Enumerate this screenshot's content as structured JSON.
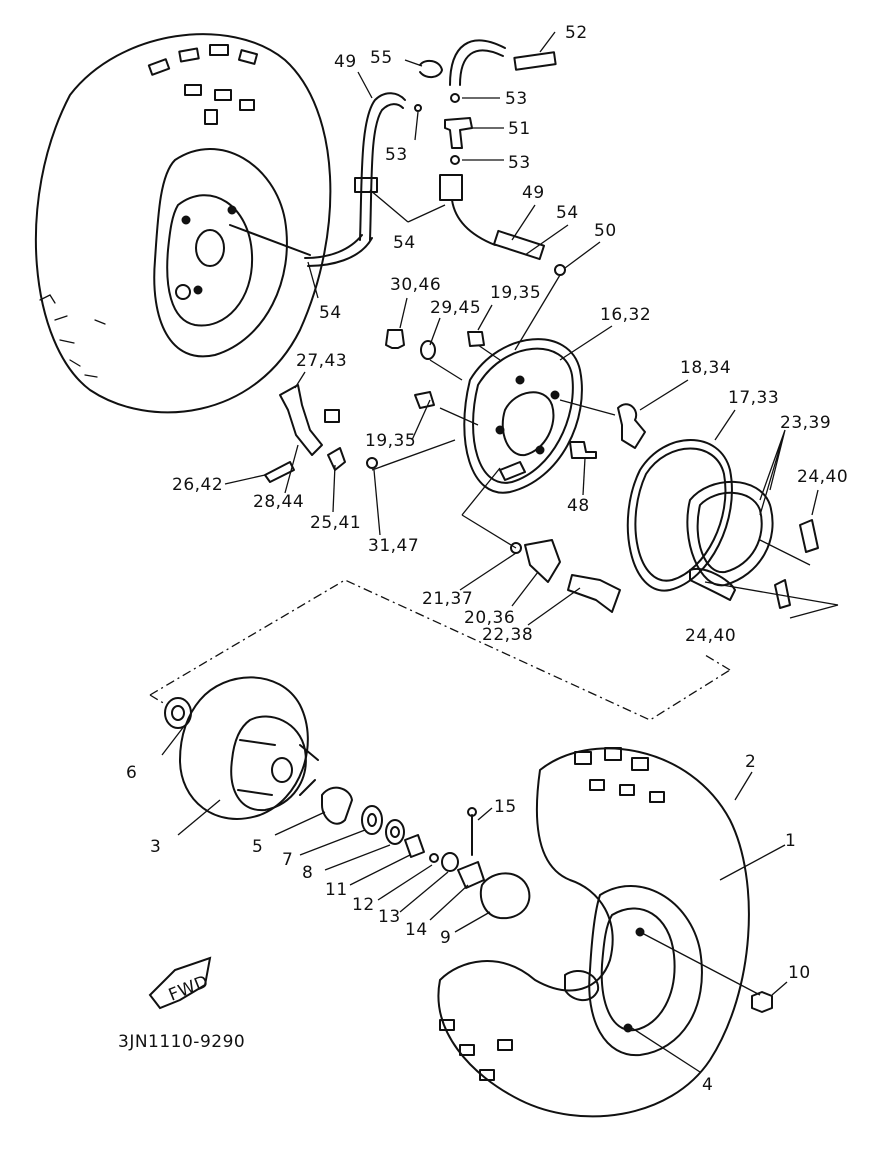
{
  "diagram_code": "3JN1110-9290",
  "fwd_label": "FWD",
  "callouts": {
    "c1": "1",
    "c2": "2",
    "c3": "3",
    "c4": "4",
    "c5": "5",
    "c6": "6",
    "c7": "7",
    "c8": "8",
    "c9": "9",
    "c10": "10",
    "c11": "11",
    "c12": "12",
    "c13": "13",
    "c14": "14",
    "c15": "15",
    "c16_32": "16,32",
    "c17_33": "17,33",
    "c18_34": "18,34",
    "c19_35_a": "19,35",
    "c19_35_b": "19,35",
    "c20_36": "20,36",
    "c21_37": "21,37",
    "c22_38": "22,38",
    "c23_39": "23,39",
    "c24_40_a": "24,40",
    "c24_40_b": "24,40",
    "c25_41": "25,41",
    "c26_42": "26,42",
    "c27_43": "27,43",
    "c28_44": "28,44",
    "c29_45": "29,45",
    "c30_46": "30,46",
    "c31_47": "31,47",
    "c48": "48",
    "c49_a": "49",
    "c49_b": "49",
    "c50": "50",
    "c51": "51",
    "c52": "52",
    "c53_a": "53",
    "c53_b": "53",
    "c53_c": "53",
    "c54_a": "54",
    "c54_b": "54",
    "c54_c": "54",
    "c55": "55"
  }
}
